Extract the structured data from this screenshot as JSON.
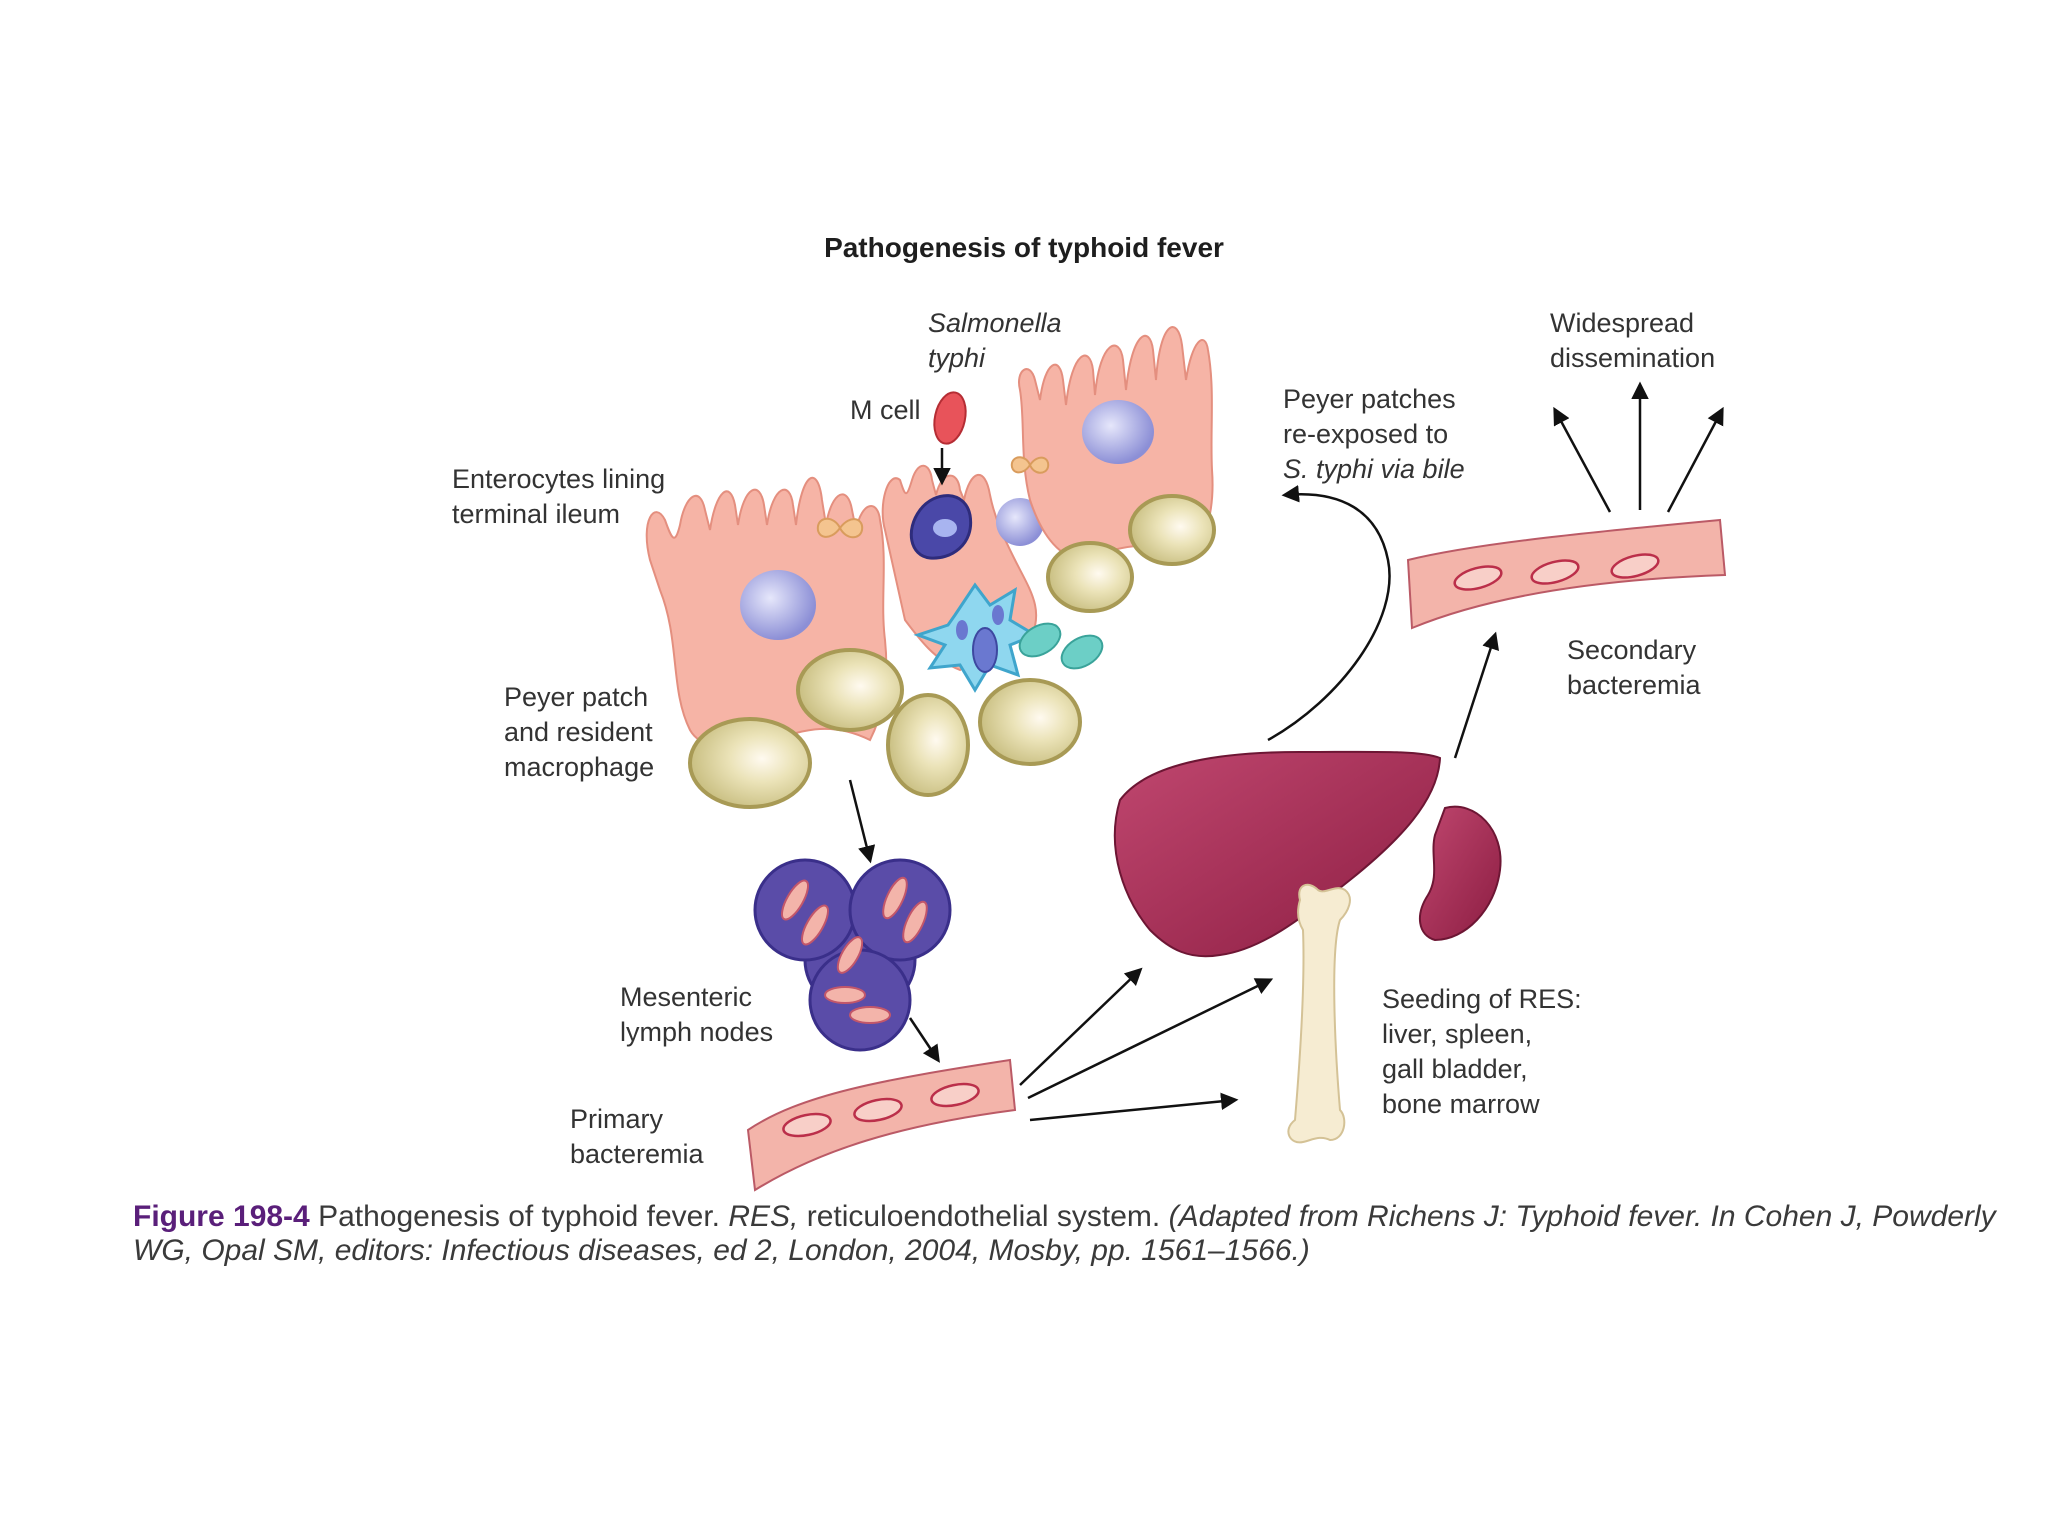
{
  "title": "Pathogenesis of typhoid fever",
  "labels": {
    "salmonella": [
      "Salmonella",
      "typhi"
    ],
    "m_cell": "M cell",
    "enterocytes": [
      "Enterocytes lining",
      "terminal ileum"
    ],
    "peyer_patch": [
      "Peyer patch",
      "and resident",
      "macrophage"
    ],
    "mesenteric": [
      "Mesenteric",
      "lymph nodes"
    ],
    "primary": [
      "Primary",
      "bacteremia"
    ],
    "reexposed": [
      "Peyer patches",
      "re-exposed to",
      "S. typhi via bile"
    ],
    "widespread": [
      "Widespread",
      "dissemination"
    ],
    "secondary": [
      "Secondary",
      "bacteremia"
    ],
    "seeding": [
      "Seeding of RES:",
      "liver, spleen,",
      "gall bladder,",
      "bone marrow"
    ]
  },
  "caption": {
    "figure_no": "Figure 198-4",
    "title": "Pathogenesis of typhoid fever.",
    "abbr": "RES,",
    "abbr_def": "reticuloendothelial system.",
    "source": "(Adapted from Richens J: Typhoid fever. In Cohen J, Powderly WG, Opal SM, editors: Infectious diseases, ed 2, London, 2004, Mosby, pp. 1561–1566.)"
  },
  "colors": {
    "enterocyte": "#f6b4a6",
    "nucleus": "#8c8fd6",
    "peyer_cell": "#d9d09a",
    "lymph_node": "#5a4ca8",
    "vessel": "#f3b4aa",
    "organ": "#a0254d",
    "bone": "#f6ecd2",
    "macrophage": "#7fd0ea",
    "caption_accent": "#5a1f7a"
  }
}
